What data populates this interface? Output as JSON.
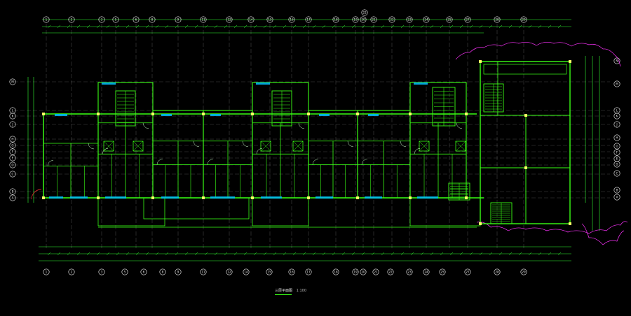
{
  "drawing": {
    "title": "三层平面图",
    "scale": "1:100"
  },
  "axes": {
    "top": [
      "1",
      "2",
      "3",
      "5",
      "6",
      "8",
      "9",
      "11",
      "12",
      "14",
      "15",
      "16",
      "17",
      "18",
      "19",
      "20",
      "21",
      "22",
      "23",
      "24",
      "25",
      "27",
      "28",
      "29"
    ],
    "bottom": [
      "1",
      "2",
      "3",
      "5",
      "6",
      "8",
      "9",
      "11",
      "12",
      "14",
      "15",
      "16",
      "17",
      "18",
      "19",
      "20",
      "21",
      "22",
      "23",
      "24",
      "25",
      "27",
      "28",
      "29"
    ],
    "left": [
      "M",
      "L",
      "K",
      "J",
      "H",
      "G",
      "F",
      "E",
      "D",
      "C",
      "B",
      "A"
    ],
    "right": [
      "N",
      "M",
      "L",
      "K",
      "J",
      "H",
      "G",
      "F",
      "E",
      "D",
      "C",
      "B",
      "A"
    ],
    "center": "22"
  },
  "colors": {
    "background": "#000000",
    "wall": "#39ff14",
    "axis": "#ffffff",
    "dimension": "#33ff33",
    "revision_cloud": "#ff33ff",
    "column": "#ffff66",
    "window": "#00bfff",
    "text": "#e8e8e8"
  }
}
